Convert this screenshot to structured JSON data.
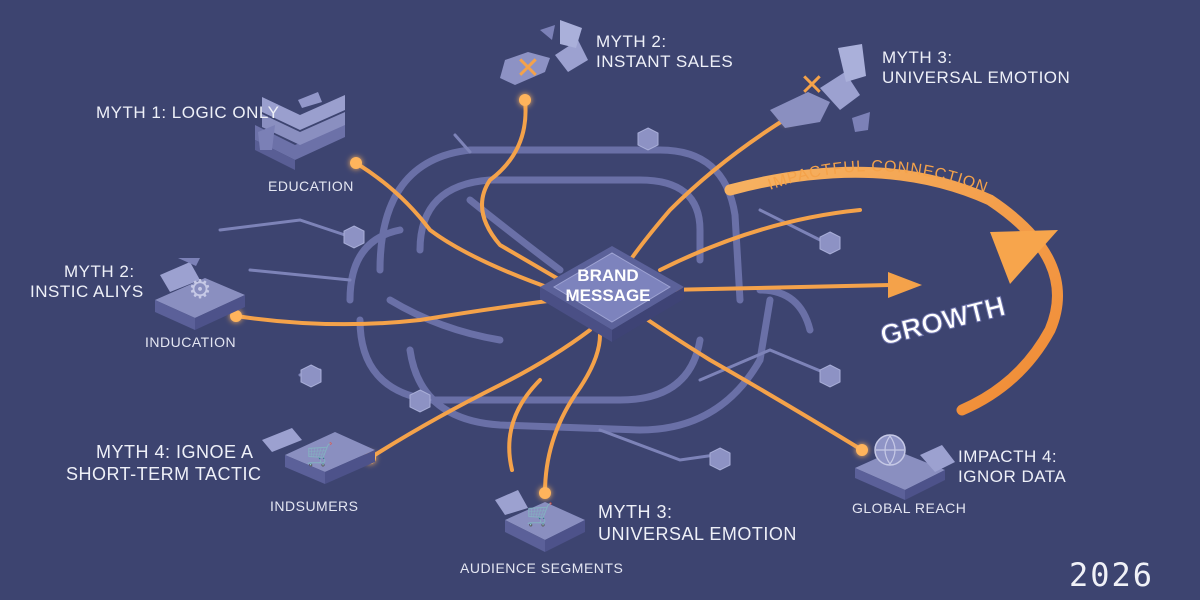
{
  "center": {
    "line1": "BRAND",
    "line2": "MESSAGE"
  },
  "nodes": {
    "myth1": {
      "title": "MYTH 1: LOGIC ONLY",
      "caption": "EDUCATION"
    },
    "myth2_top": {
      "line1": "MYTH 2:",
      "line2": "INSTANT SALES"
    },
    "myth3_top": {
      "line1": "MYTH 3:",
      "line2": "UNIVERSAL EMOTION"
    },
    "myth2_left": {
      "line1": "MYTH 2:",
      "line2": "INSTIC ALIYS",
      "caption": "INDUCATION"
    },
    "myth4_left": {
      "line1": "MYTH 4: IGNOE A",
      "line2": "SHORT-TERM TACTIC",
      "caption": "INDSUMERS"
    },
    "myth3_bottom": {
      "line1": "MYTH 3:",
      "line2": "UNIVERSAL EMOTION",
      "caption": "AUDIENCE SEGMENTS"
    },
    "impact4": {
      "line1": "IMPACTH 4:",
      "line2": "IGNOR DATA",
      "caption": "GLOBAL REACH"
    }
  },
  "arc_label": "IMPACTFUL CONNECTIONS",
  "growth_label": "GROWTH",
  "year": "2026",
  "colors": {
    "background": "#3d4470",
    "accent": "#f4a24a",
    "block": "#8a8fc0",
    "line": "#6f75ad"
  }
}
